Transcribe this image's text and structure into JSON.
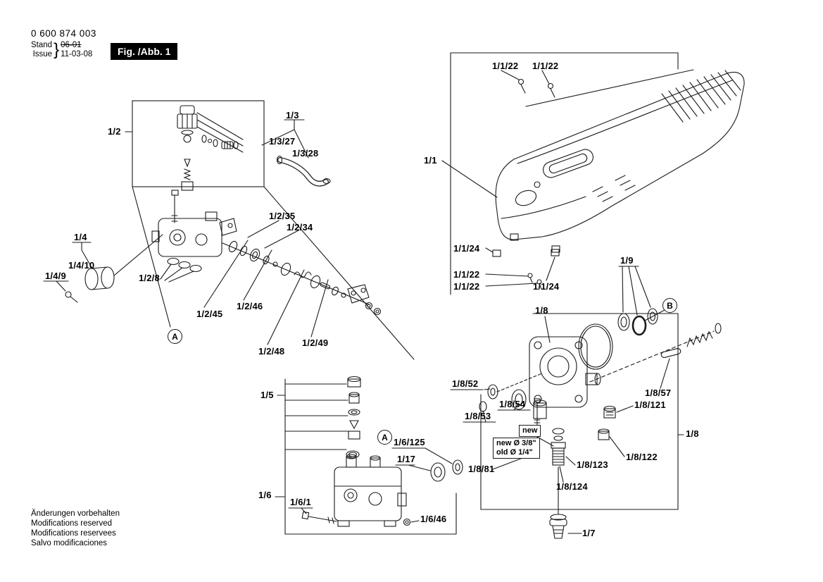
{
  "header": {
    "part_number": "0 600 874 003",
    "stand_label": "Stand",
    "issue_label": "Issue",
    "brace": "}",
    "stand_value": "06-01",
    "issue_value": "11-03-08",
    "figure_label": "Fig. /Abb. 1"
  },
  "footer": {
    "line1": "Änderungen vorbehalten",
    "line2": "Modifications reserved",
    "line3": "Modifications reservees",
    "line4": "Salvo modificaciones"
  },
  "note_box": {
    "new": "new",
    "new_size": "new Ø 3/8\"",
    "old_size": "old Ø 1/4\""
  },
  "part_labels": [
    "1/2",
    "1/3",
    "1/3/27",
    "1/3/28",
    "1/1/22",
    "1/1/22",
    "1/1",
    "1/2/35",
    "1/2/34",
    "1/4",
    "1/4/10",
    "1/4/9",
    "1/2/8",
    "1/1/24",
    "1/1/22",
    "1/1/22",
    "1/1/24",
    "1/9",
    "1/2/45",
    "1/2/46",
    "1/8",
    "1/2/48",
    "1/2/49",
    "1/8/52",
    "1/8/54",
    "1/8/53",
    "1/8/57",
    "1/8/121",
    "1/5",
    "1/6/125",
    "1/17",
    "1/8/81",
    "1/8/123",
    "1/8/122",
    "1/8",
    "1/8/124",
    "1/6",
    "1/6/1",
    "1/6/46",
    "1/7"
  ],
  "ref_bubbles": {
    "a1": "A",
    "a2": "A",
    "b": "B"
  },
  "colors": {
    "ink": "#1a1a1a",
    "figure_box_bg": "#000000",
    "figure_box_text": "#ffffff",
    "background": "#ffffff"
  }
}
